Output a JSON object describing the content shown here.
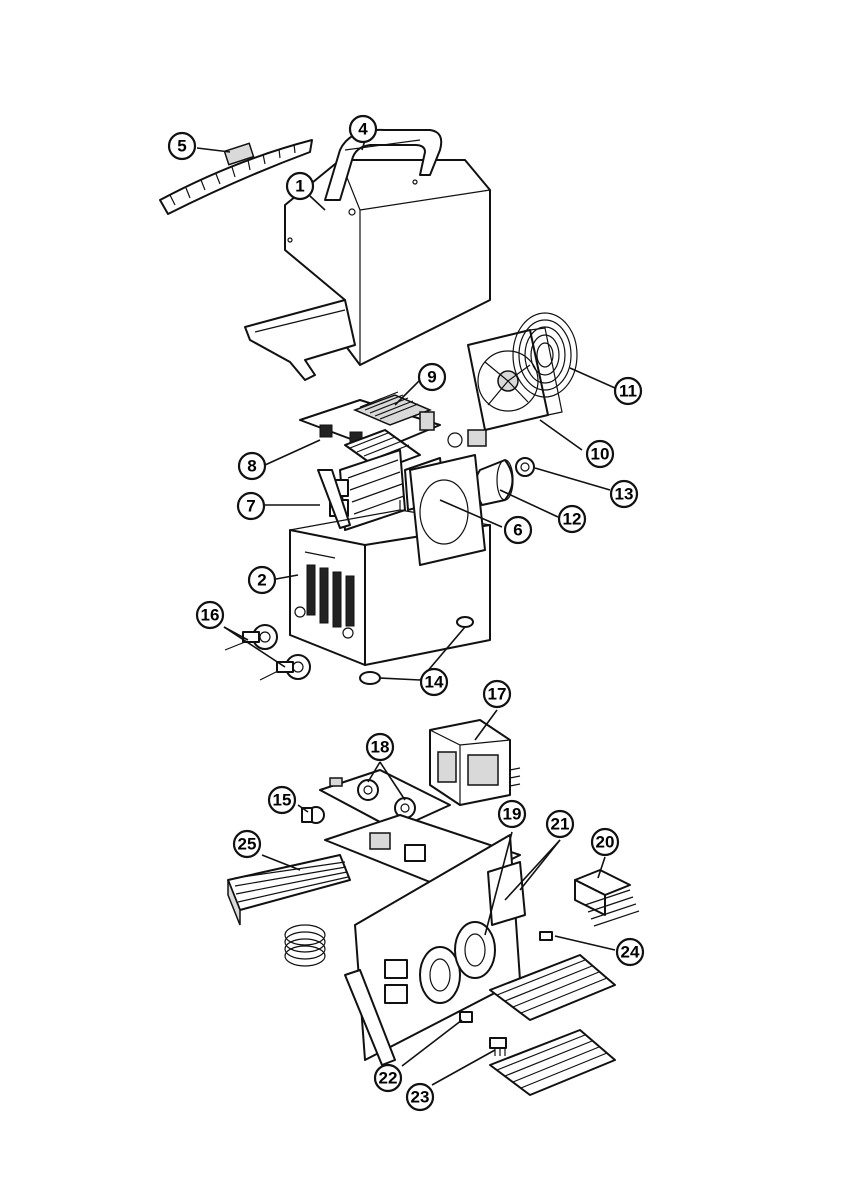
{
  "callouts": [
    {
      "id": "c1",
      "label": "1"
    },
    {
      "id": "c2",
      "label": "2"
    },
    {
      "id": "c4",
      "label": "4"
    },
    {
      "id": "c5",
      "label": "5"
    },
    {
      "id": "c6",
      "label": "6"
    },
    {
      "id": "c7",
      "label": "7"
    },
    {
      "id": "c8",
      "label": "8"
    },
    {
      "id": "c9",
      "label": "9"
    },
    {
      "id": "c10",
      "label": "10"
    },
    {
      "id": "c11",
      "label": "11"
    },
    {
      "id": "c12",
      "label": "12"
    },
    {
      "id": "c13",
      "label": "13"
    },
    {
      "id": "c14",
      "label": "14"
    },
    {
      "id": "c15",
      "label": "15"
    },
    {
      "id": "c16",
      "label": "16"
    },
    {
      "id": "c17",
      "label": "17"
    },
    {
      "id": "c18",
      "label": "18"
    },
    {
      "id": "c19",
      "label": "19"
    },
    {
      "id": "c20",
      "label": "20"
    },
    {
      "id": "c21",
      "label": "21"
    },
    {
      "id": "c22",
      "label": "22"
    },
    {
      "id": "c23",
      "label": "23"
    },
    {
      "id": "c24",
      "label": "24"
    },
    {
      "id": "c25",
      "label": "25"
    }
  ]
}
